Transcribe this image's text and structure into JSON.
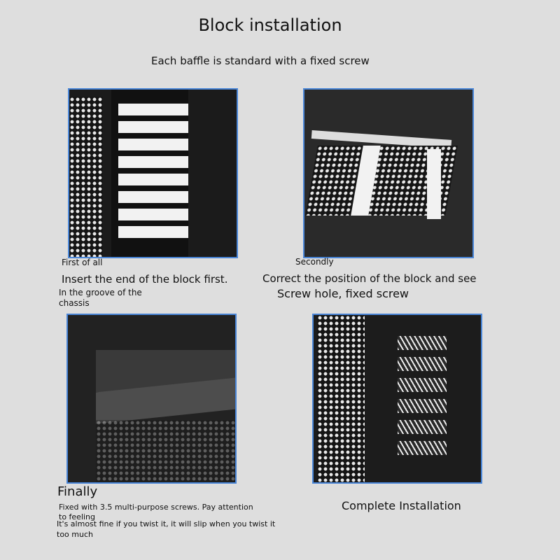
{
  "title": "Block installation",
  "subtitle": "Each baffle is standard with a fixed screw",
  "steps": [
    {
      "label": "First of all",
      "main": "Insert the end of the block first.",
      "detail": "In the groove of the chassis"
    },
    {
      "label": "Secondly",
      "main": "Correct the position of the block and see",
      "main2": "Screw hole, fixed screw"
    },
    {
      "label": "Finally",
      "detail": "Fixed with 3.5 multi-purpose screws. Pay attention to feeling",
      "detail2": "It's almost fine if you twist it, it will slip when you twist it too much"
    },
    {
      "label": "Complete Installation"
    }
  ],
  "colors": {
    "background": "#dedede",
    "photo_border": "#4a86d8"
  }
}
